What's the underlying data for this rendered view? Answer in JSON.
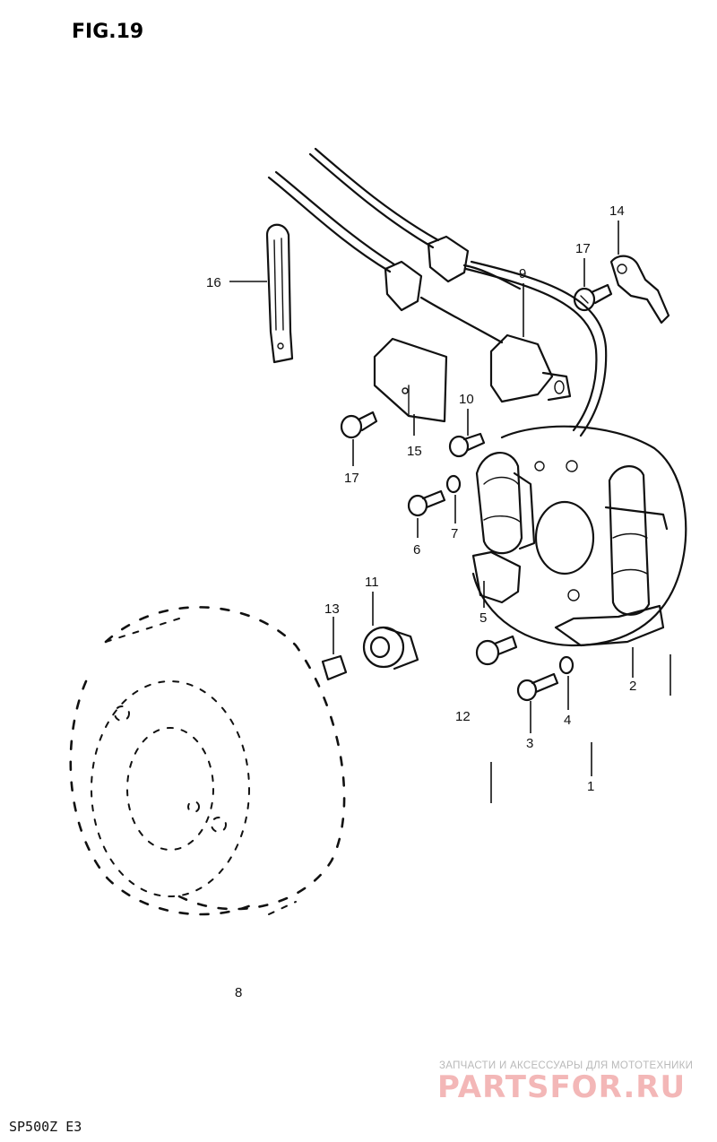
{
  "figure": {
    "title": "FIG.19",
    "footer": "SP500Z E3"
  },
  "labels": [
    {
      "id": "16",
      "text": "16"
    },
    {
      "id": "14",
      "text": "14"
    },
    {
      "id": "17a",
      "text": "17"
    },
    {
      "id": "9",
      "text": "9"
    },
    {
      "id": "10",
      "text": "10"
    },
    {
      "id": "15",
      "text": "15"
    },
    {
      "id": "17b",
      "text": "17"
    },
    {
      "id": "6",
      "text": "6"
    },
    {
      "id": "7",
      "text": "7"
    },
    {
      "id": "5",
      "text": "5"
    },
    {
      "id": "11",
      "text": "11"
    },
    {
      "id": "13",
      "text": "13"
    },
    {
      "id": "2",
      "text": "2"
    },
    {
      "id": "12",
      "text": "12"
    },
    {
      "id": "4",
      "text": "4"
    },
    {
      "id": "3",
      "text": "3"
    },
    {
      "id": "1",
      "text": "1"
    },
    {
      "id": "8",
      "text": "8"
    }
  ],
  "watermark": {
    "top_line": "ЗАПЧАСТИ И АКСЕССУАРЫ ДЛЯ МОТОТЕХНИКИ",
    "brand": "PARTSFOR.RU",
    "brand_color": "#f3b7b7"
  }
}
